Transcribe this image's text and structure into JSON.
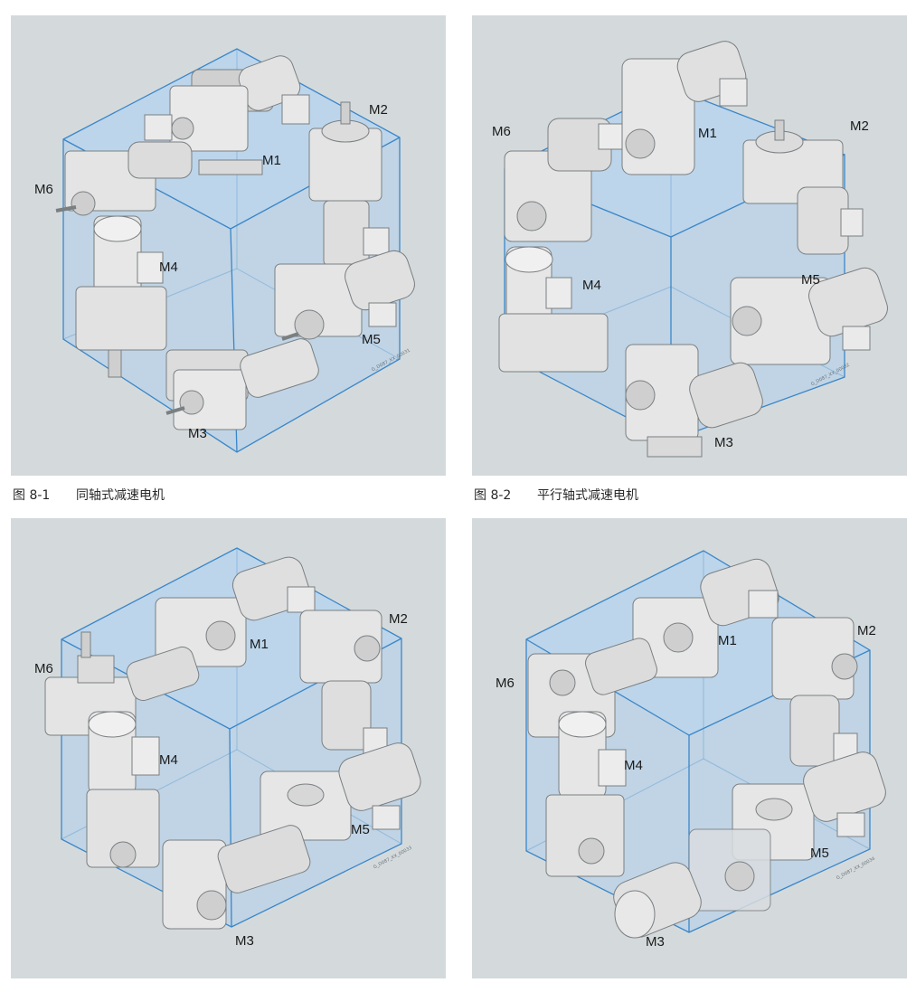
{
  "figures": [
    {
      "id": "fig-8-1",
      "number": "图 8-1",
      "title": "同轴式减速电机",
      "code": "G_D087_XX_00031",
      "positions": [
        "M1",
        "M2",
        "M3",
        "M4",
        "M5",
        "M6"
      ]
    },
    {
      "id": "fig-8-2",
      "number": "图 8-2",
      "title": "平行轴式减速电机",
      "code": "G_D087_XX_00032",
      "positions": [
        "M1",
        "M2",
        "M3",
        "M4",
        "M5",
        "M6"
      ]
    },
    {
      "id": "fig-8-3",
      "code": "G_D087_XX_00033",
      "positions": [
        "M1",
        "M2",
        "M3",
        "M4",
        "M5",
        "M6"
      ]
    },
    {
      "id": "fig-8-4",
      "code": "G_D087_XX_00034",
      "positions": [
        "M1",
        "M2",
        "M3",
        "M4",
        "M5",
        "M6"
      ]
    }
  ],
  "colors": {
    "panel_background": "#d4dadc",
    "cube_fill": "#a9cdef",
    "cube_edge": "#3a86c8",
    "motor_body": "#e6e6e6",
    "motor_shadow": "#9aa0a3"
  },
  "icons": [
    "gear-motor-icon"
  ]
}
